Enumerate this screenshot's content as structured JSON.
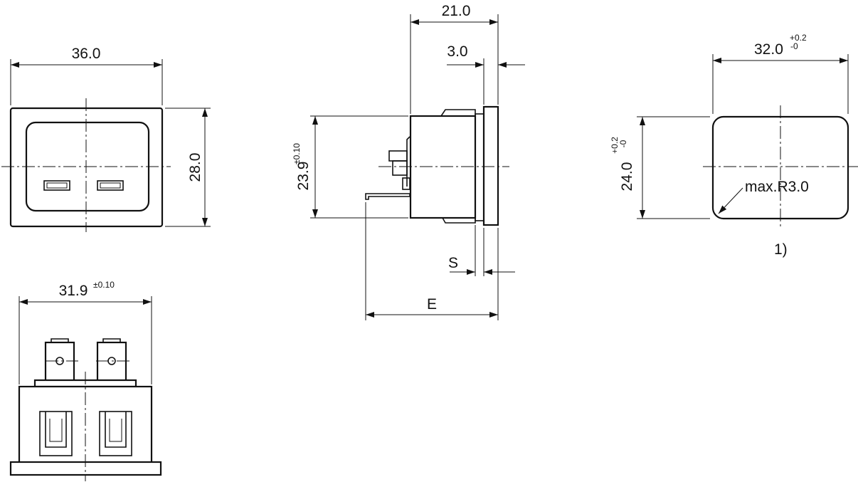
{
  "front_view": {
    "width_label": "36.0",
    "height_label": "28.0"
  },
  "bottom_view": {
    "width_label": "31.9",
    "width_tolerance": "±0.10"
  },
  "side_view": {
    "depth_label": "21.0",
    "flange_label": "3.0",
    "height_label": "23.9",
    "height_tolerance": "±0.10",
    "s_label": "S",
    "e_label": "E"
  },
  "cutout_view": {
    "width_label": "32.0",
    "width_tol_upper": "+0.2",
    "width_tol_lower": "-0",
    "height_label": "24.0",
    "height_tol_upper": "+0.2",
    "height_tol_lower": "-0",
    "radius_label": "max.R3.0",
    "footnote": "1)"
  },
  "colors": {
    "line": "#111111",
    "background": "#ffffff"
  }
}
